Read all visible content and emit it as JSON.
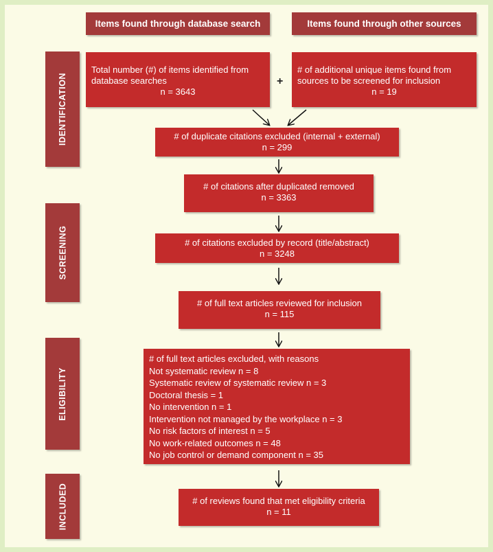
{
  "headers": {
    "database": "Items found through database search",
    "other": "Items found  through other sources"
  },
  "stages": {
    "identification": "IDENTIFICATION",
    "screening": "SCREENING",
    "eligibility": "ELIGIBILITY",
    "included": "INCLUDED"
  },
  "plus_sign": "+",
  "boxes": {
    "database_items": {
      "text": "Total number (#) of items identified from database searches",
      "n": "n = 3643"
    },
    "other_items": {
      "text": "# of additional unique items found from sources to be screened for inclusion",
      "n": "n = 19"
    },
    "duplicates_excluded": {
      "text": "# of duplicate citations excluded (internal + external)",
      "n": "n = 299"
    },
    "after_duplicates": {
      "text": "# of citations after duplicated removed",
      "n": "n = 3363"
    },
    "excluded_by_record": {
      "text": "# of citations excluded by record (title/abstract)",
      "n": "n = 3248"
    },
    "full_text_reviewed": {
      "text": "# of full text articles reviewed for inclusion",
      "n": "n = 115"
    },
    "full_text_excluded": {
      "title": "# of full text articles excluded, with reasons",
      "reasons": [
        "Not systematic review n = 8",
        "Systematic review of systematic review n = 3",
        "Doctoral thesis = 1",
        "No intervention n = 1",
        "Intervention not managed by the workplace n = 3",
        "No risk factors of interest n =  5",
        "No work-related outcomes n = 48",
        "No job control or demand component n = 35"
      ]
    },
    "included_reviews": {
      "text": "# of reviews found that met eligibility criteria",
      "n": "n = 11"
    }
  }
}
